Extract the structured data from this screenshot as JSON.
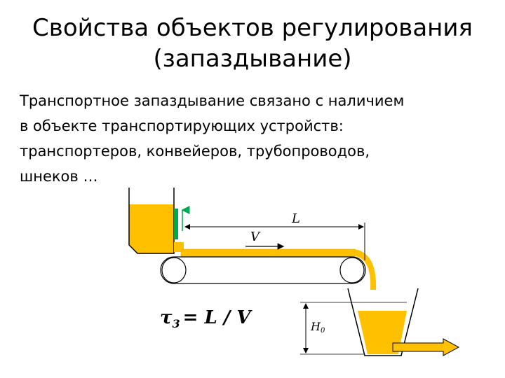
{
  "slide": {
    "title_line1": "Свойства объектов регулирования",
    "title_line2": "(запаздывание)",
    "paragraph_lines": [
      "Транспортное запаздывание связано с наличием",
      "в объекте транспортирующих устройств:",
      "транспортеров, конвейеров, трубопроводов,",
      "шнеков …"
    ]
  },
  "diagram": {
    "label_length": "L",
    "label_velocity": "V",
    "label_height": "H",
    "label_height_sub": "0",
    "formula_tau": "τ",
    "formula_sub": "3",
    "formula_rhs": "= L / V"
  },
  "colors": {
    "material": "#FFC000",
    "gate": "#00A651",
    "arrow_fill": "#FFC000",
    "stroke": "#000000"
  }
}
